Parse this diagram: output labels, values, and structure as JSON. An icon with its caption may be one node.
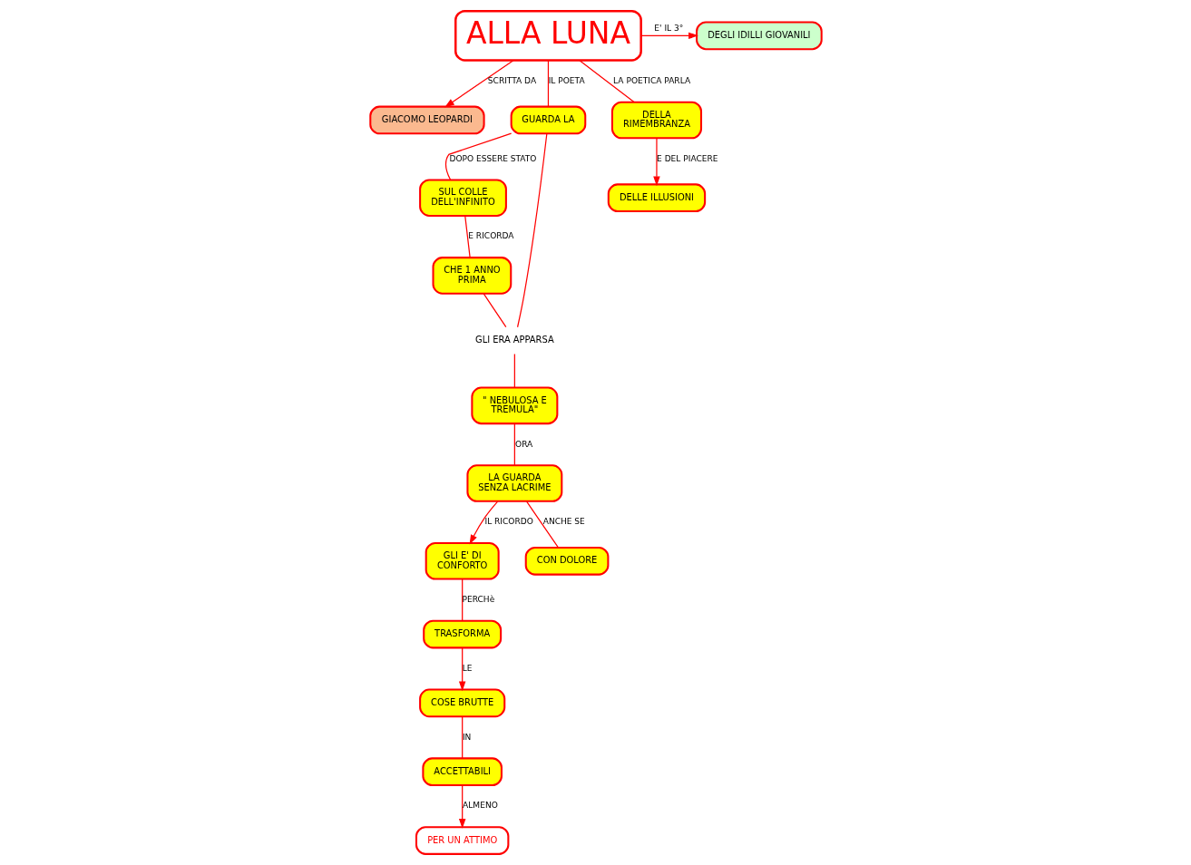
{
  "diagram": {
    "nodes": [
      {
        "text": [
          "ALLA LUNA"
        ]
      },
      {
        "text": [
          "GIACOMO LEOPARDI"
        ]
      },
      {
        "text": [
          "DEGLI IDILLI GIOVANILI"
        ]
      },
      {
        "text": [
          "GUARDA LA"
        ]
      },
      {
        "text": [
          "DELLA",
          "RIMEMBRANZA"
        ]
      },
      {
        "text": [
          "DELLE ILLUSIONI"
        ]
      },
      {
        "text": [
          "SUL COLLE",
          "DELL'INFINITO"
        ]
      },
      {
        "text": [
          "GLI ERA APPARSA"
        ]
      },
      {
        "text": [
          "\" NEBULOSA E",
          "TREMULA\""
        ]
      },
      {
        "text": [
          "GLI E' DI",
          "CONFORTO"
        ]
      },
      {
        "text": [
          "CHE 1 ANNO",
          "PRIMA"
        ]
      },
      {
        "text": [
          "LA GUARDA",
          "SENZA LACRIME"
        ]
      },
      {
        "text": [
          "COSE BRUTTE"
        ]
      },
      {
        "text": [
          "TRASFORMA"
        ]
      },
      {
        "text": [
          "CON DOLORE"
        ]
      },
      {
        "text": [
          "ACCETTABILI"
        ]
      },
      {
        "text": [
          "PER UN ATTIMO"
        ]
      }
    ],
    "edges": [
      {
        "from": 0,
        "to": 1,
        "arrow": "to",
        "label": "SCRITTA DA"
      },
      {
        "from": 0,
        "to": 2,
        "arrow": "to",
        "label": "E' IL 3°"
      },
      {
        "from": 0,
        "to": 3,
        "arrow": "none",
        "label": "IL POETA"
      },
      {
        "from": 0,
        "to": 4,
        "arrow": "none",
        "label": "LA POETICA PARLA"
      },
      {
        "from": 4,
        "to": 5,
        "arrow": "to",
        "label": "E DEL PIACERE"
      },
      {
        "from": 3,
        "to": 6,
        "arrow": "none",
        "label": "DOPO ESSERE STATO"
      },
      {
        "from": 3,
        "to": 7,
        "arrow": "none"
      },
      {
        "from": 10,
        "to": 7,
        "arrow": "none"
      },
      {
        "from": 7,
        "to": 8,
        "arrow": "none"
      },
      {
        "from": 6,
        "to": 10,
        "arrow": "none",
        "label": "E RICORDA"
      },
      {
        "from": 8,
        "to": 11,
        "arrow": "none",
        "label": "ORA"
      },
      {
        "from": 11,
        "to": 9,
        "arrow": "to",
        "label": "IL RICORDO"
      },
      {
        "from": 11,
        "to": 14,
        "arrow": "none",
        "label": "ANCHE SE"
      },
      {
        "from": 9,
        "to": 13,
        "arrow": "none",
        "label": "PERCHè"
      },
      {
        "from": 13,
        "to": 12,
        "arrow": "to",
        "label": "LE"
      },
      {
        "from": 12,
        "to": 15,
        "arrow": "none",
        "label": "IN"
      },
      {
        "from": 15,
        "to": 16,
        "arrow": "to",
        "label": "ALMENO"
      }
    ]
  }
}
